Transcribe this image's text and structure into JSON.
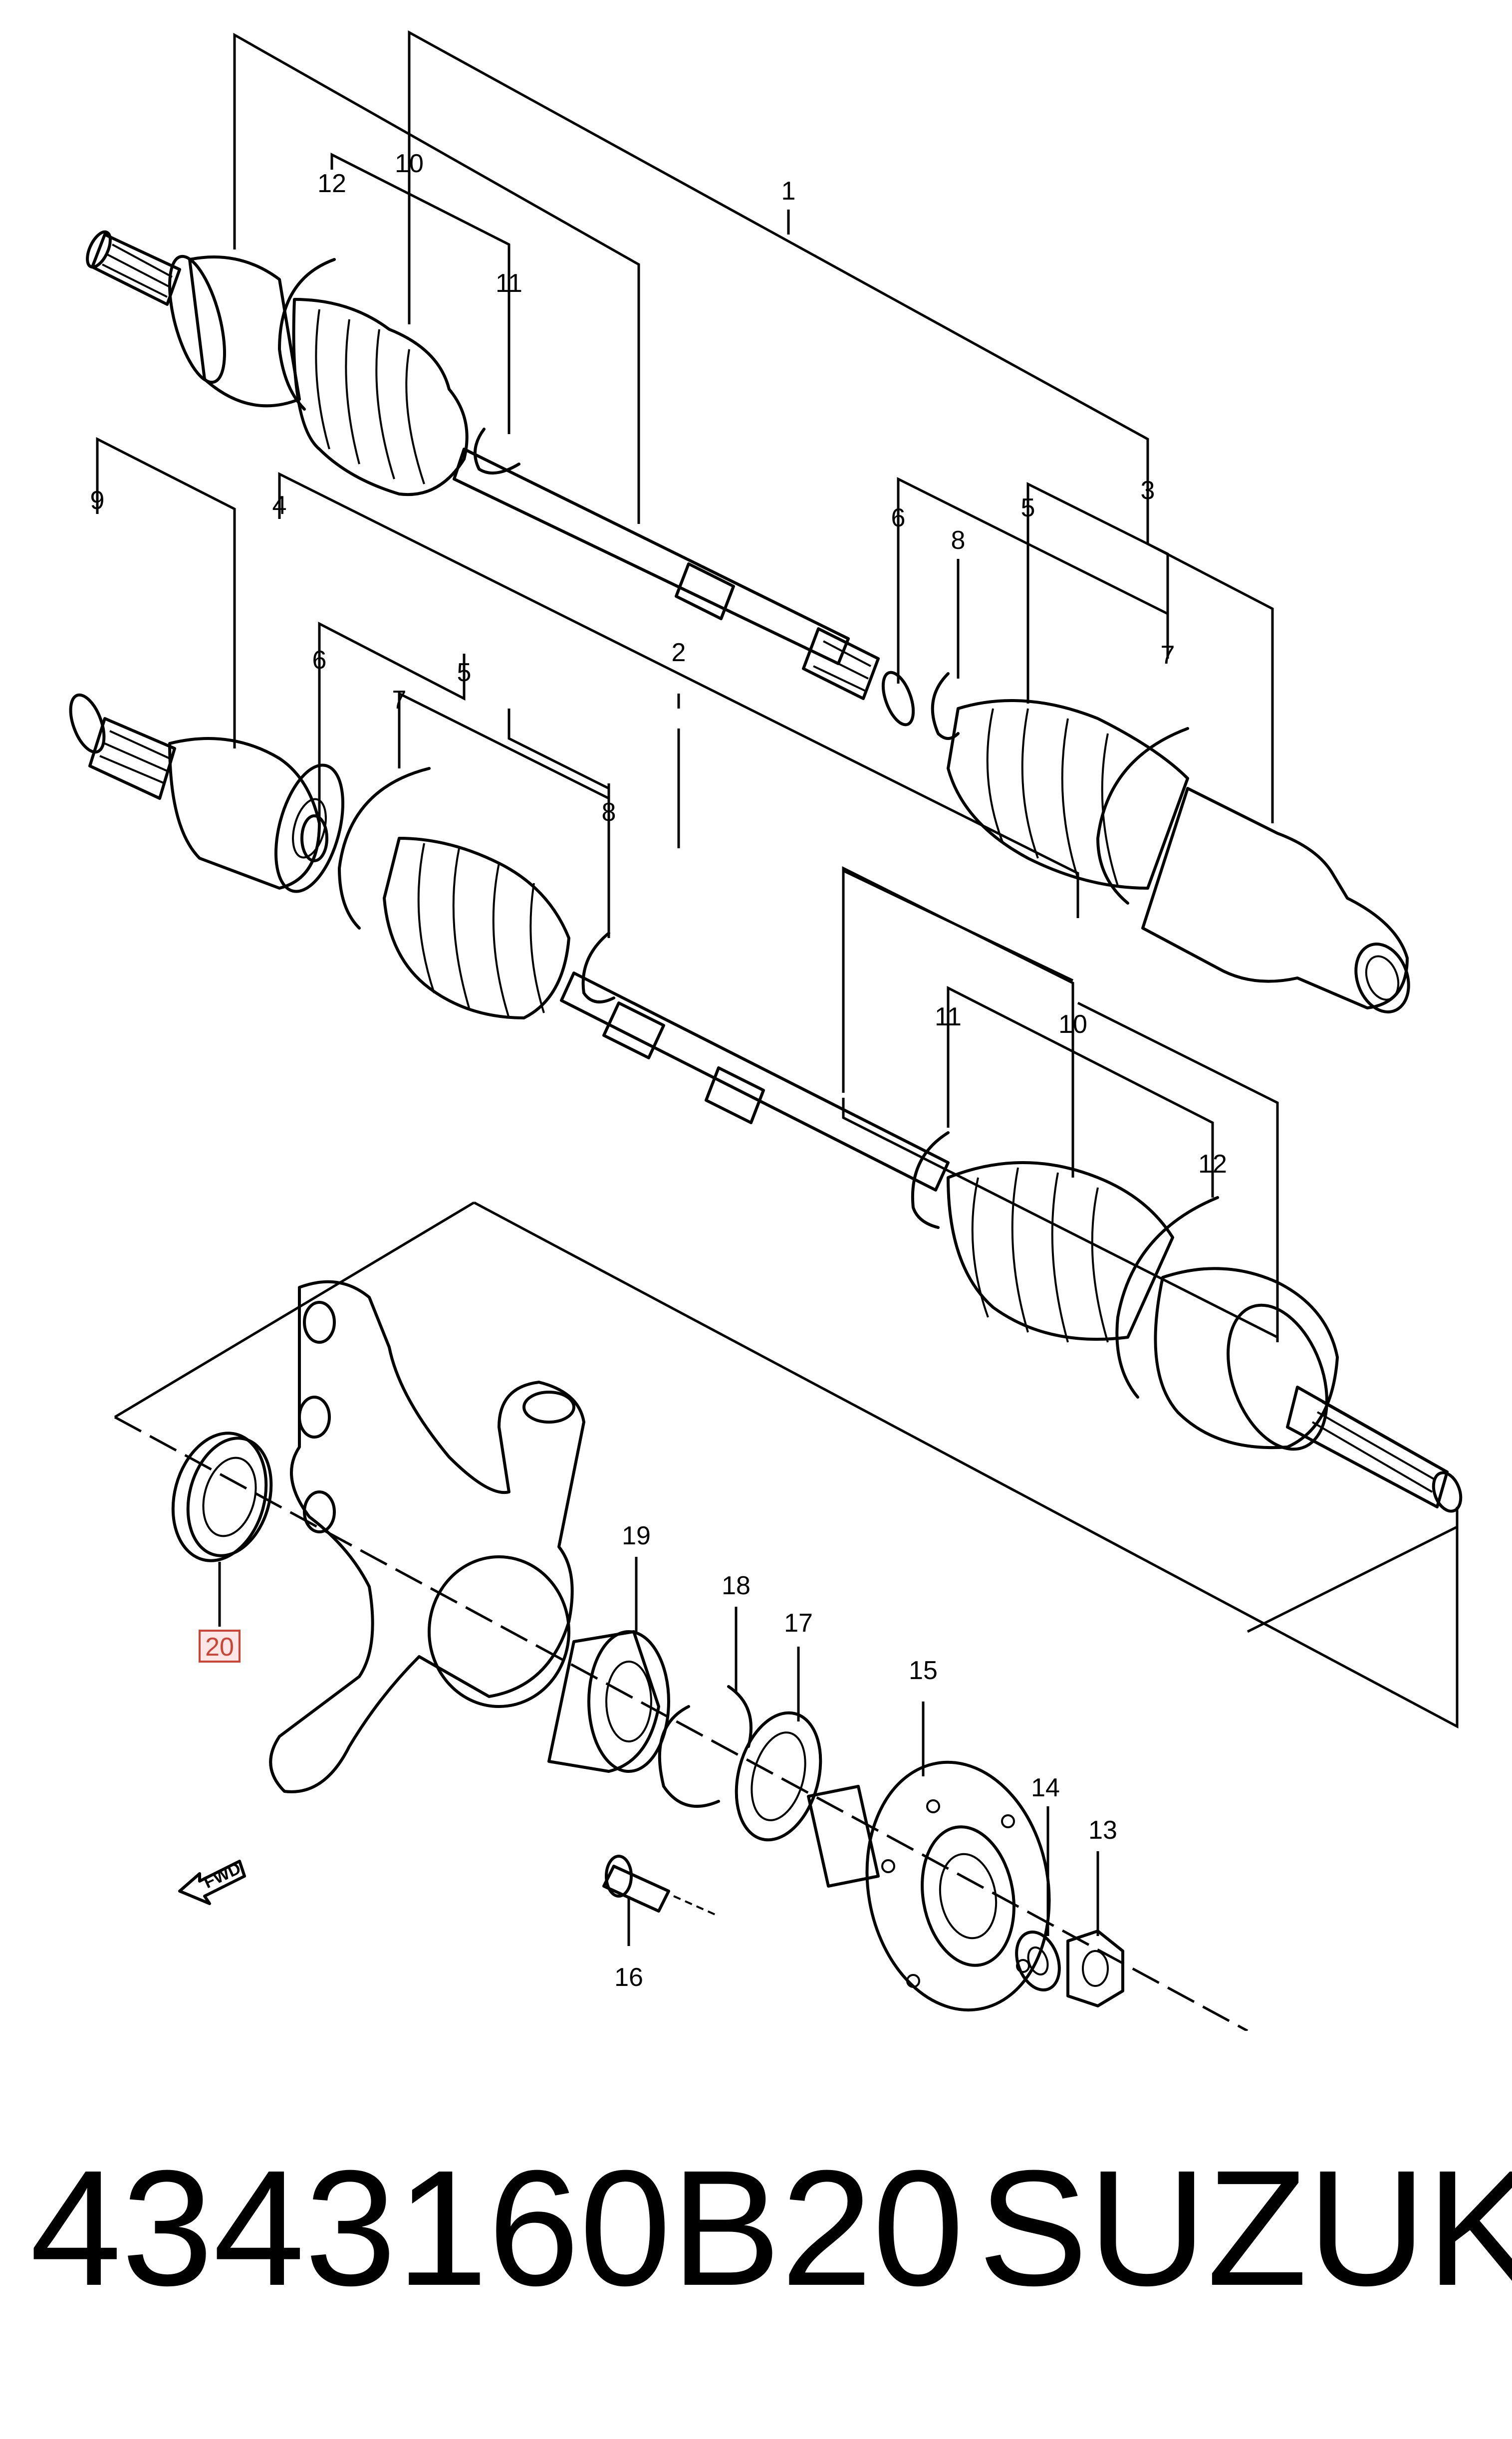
{
  "diagram": {
    "callouts": {
      "c1": "1",
      "c2": "2",
      "c3": "3",
      "c4": "4",
      "c5a": "5",
      "c5b": "5",
      "c6a": "6",
      "c6b": "6",
      "c7a": "7",
      "c7b": "7",
      "c8a": "8",
      "c8b": "8",
      "c9": "9",
      "c10a": "10",
      "c10b": "10",
      "c11a": "11",
      "c11b": "11",
      "c12a": "12",
      "c12b": "12",
      "c13": "13",
      "c14": "14",
      "c15": "15",
      "c16": "16",
      "c17": "17",
      "c18": "18",
      "c19": "19",
      "c20": "20"
    },
    "highlighted_part": "20",
    "fwd_label": "FWD"
  },
  "caption": {
    "part_number": "4343160B20",
    "brand": "SUZUKI"
  },
  "colors": {
    "highlight": "#fde6e6",
    "line": "#000000"
  }
}
